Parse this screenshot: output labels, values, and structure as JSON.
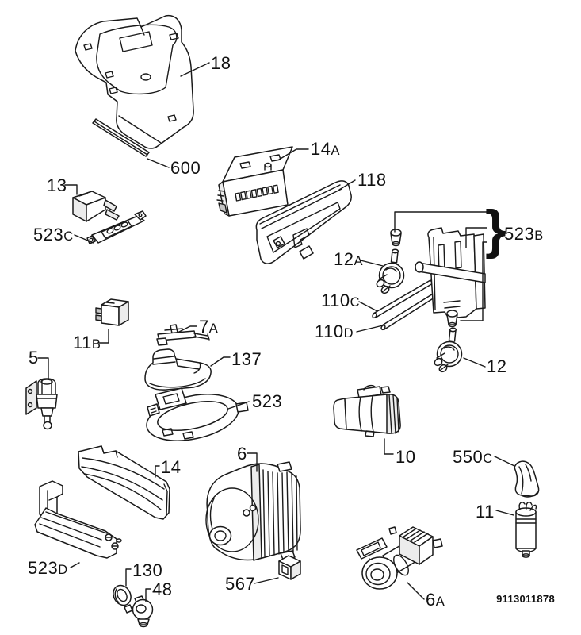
{
  "diagram": {
    "doc_number": "9113011878",
    "brace_glyph": "}",
    "labels": {
      "p18": {
        "num": "18",
        "suffix": ""
      },
      "p600": {
        "num": "600",
        "suffix": ""
      },
      "p13": {
        "num": "13",
        "suffix": ""
      },
      "p523c": {
        "num": "523",
        "suffix": "C"
      },
      "p14a": {
        "num": "14",
        "suffix": "A"
      },
      "p118": {
        "num": "118",
        "suffix": ""
      },
      "p523b": {
        "num": "523",
        "suffix": "B"
      },
      "p12a": {
        "num": "12",
        "suffix": "A"
      },
      "p110c": {
        "num": "110",
        "suffix": "C"
      },
      "p110d": {
        "num": "110",
        "suffix": "D"
      },
      "p12": {
        "num": "12",
        "suffix": ""
      },
      "p11b": {
        "num": "11",
        "suffix": "B"
      },
      "p7a": {
        "num": "7",
        "suffix": "A"
      },
      "p137": {
        "num": "137",
        "suffix": ""
      },
      "p5": {
        "num": "5",
        "suffix": ""
      },
      "p523": {
        "num": "523",
        "suffix": ""
      },
      "p10": {
        "num": "10",
        "suffix": ""
      },
      "p550c": {
        "num": "550",
        "suffix": "C"
      },
      "p14": {
        "num": "14",
        "suffix": ""
      },
      "p6": {
        "num": "6",
        "suffix": ""
      },
      "p11": {
        "num": "11",
        "suffix": ""
      },
      "p523d": {
        "num": "523",
        "suffix": "D"
      },
      "p130": {
        "num": "130",
        "suffix": ""
      },
      "p48": {
        "num": "48",
        "suffix": ""
      },
      "p567": {
        "num": "567",
        "suffix": ""
      },
      "p6a": {
        "num": "6",
        "suffix": "A"
      }
    }
  }
}
